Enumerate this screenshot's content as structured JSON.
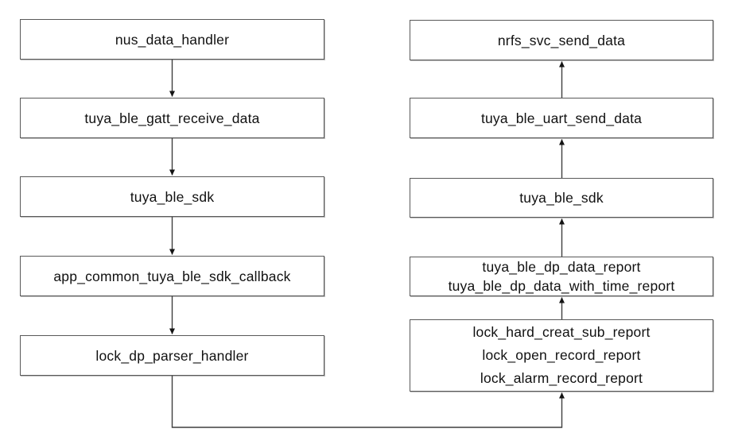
{
  "diagram": {
    "background_color": "#ffffff",
    "box_fill_color": "#ffffff",
    "box_border_color": "#595959",
    "arrow_color": "#3f3f3f",
    "text_color": "#111111",
    "receive_flow": {
      "direction": "down",
      "nodes": [
        {
          "label": "nus_data_handler"
        },
        {
          "label": "tuya_ble_gatt_receive_data"
        },
        {
          "label": "tuya_ble_sdk"
        },
        {
          "label": "app_common_tuya_ble_sdk_callback"
        },
        {
          "label": "lock_dp_parser_handler"
        }
      ]
    },
    "send_flow": {
      "direction": "up",
      "nodes": [
        {
          "label": "nrfs_svc_send_data"
        },
        {
          "label": "tuya_ble_uart_send_data"
        },
        {
          "label": "tuya_ble_sdk"
        },
        {
          "lines": [
            "tuya_ble_dp_data_report",
            "tuya_ble_dp_data_with_time_report"
          ]
        },
        {
          "lines": [
            "lock_hard_creat_sub_report",
            "lock_open_record_report",
            "lock_alarm_record_report"
          ]
        }
      ]
    }
  }
}
